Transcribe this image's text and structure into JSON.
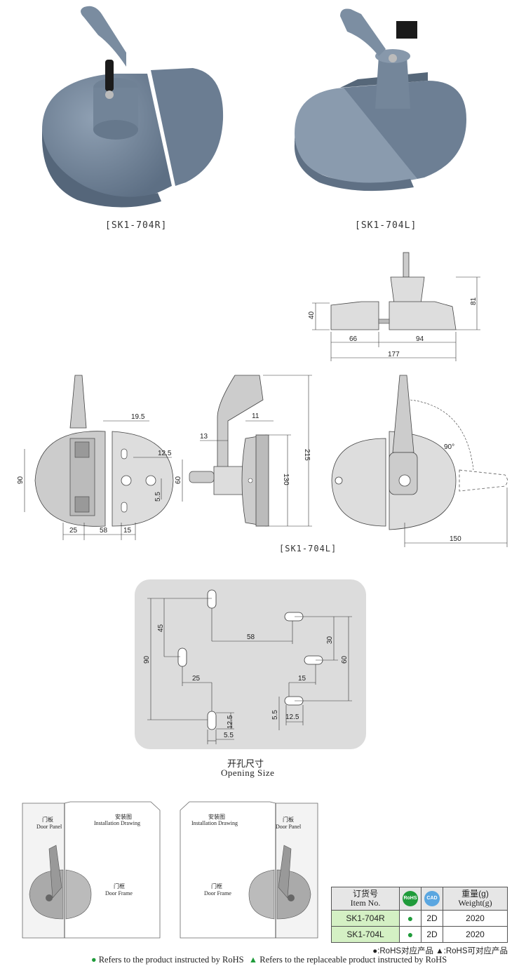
{
  "photos": {
    "left_caption": "[SK1-704R]",
    "right_caption": "[SK1-704L]"
  },
  "side_view": {
    "dims": {
      "height_small": "40",
      "height_total": "81",
      "left_w": "66",
      "right_w": "94",
      "total_w": "177"
    }
  },
  "front_view": {
    "dims": {
      "d19_5": "19.5",
      "d12_5": "12.5",
      "d90": "90",
      "d60": "60",
      "d5_5": "5.5",
      "d25": "25",
      "d58": "58",
      "d15": "15"
    }
  },
  "profile_view": {
    "dims": {
      "d11": "11",
      "d13": "13",
      "d215": "215",
      "d130": "130"
    },
    "caption": "[SK1-704L]"
  },
  "rotation_view": {
    "dims": {
      "angle": "90°",
      "d150": "150"
    }
  },
  "opening": {
    "dims": {
      "d45": "45",
      "d58": "58",
      "d90": "90",
      "d25": "25",
      "d30": "30",
      "d60": "60",
      "d15": "15",
      "d12_5a": "12.5",
      "d5_5a": "5.5",
      "d5_5b": "5.5",
      "d12_5b": "12.5"
    },
    "title_cn": "开孔尺寸",
    "title_en": "Opening Size"
  },
  "installation": {
    "left": {
      "drawing_cn": "安装图",
      "drawing_en": "Installation Drawing",
      "panel_cn": "门板",
      "panel_en": "Door Panel",
      "frame_cn": "门框",
      "frame_en": "Door Frame"
    },
    "right": {
      "drawing_cn": "安装图",
      "drawing_en": "Installation Drawing",
      "panel_cn": "门板",
      "panel_en": "Door Panel",
      "frame_cn": "门框",
      "frame_en": "Door Frame"
    }
  },
  "spec_table": {
    "header": {
      "item_cn": "订货号",
      "item_en": "Item No.",
      "rohs_badge": "RoHS",
      "cad_badge": "CAD",
      "weight_cn": "重量(g)",
      "weight_en": "Weight(g)"
    },
    "rows": [
      {
        "item": "SK1-704R",
        "rohs": "●",
        "cad": "2D",
        "weight": "2020"
      },
      {
        "item": "SK1-704L",
        "rohs": "●",
        "cad": "2D",
        "weight": "2020"
      }
    ],
    "legend_cn": "●:RoHS对应产品  ▲:RoHS可对应产品",
    "colors": {
      "header_bg": "#e6e6e6",
      "row_bg": "#d4f0c4",
      "rohs_green": "#1f9b3a",
      "cad_blue": "#5aa6e0"
    }
  },
  "footer": {
    "rohs_note": "Refers to the product instructed by RoHS",
    "replaceable_note": "Refers to the replaceable product instructed by RoHS"
  }
}
